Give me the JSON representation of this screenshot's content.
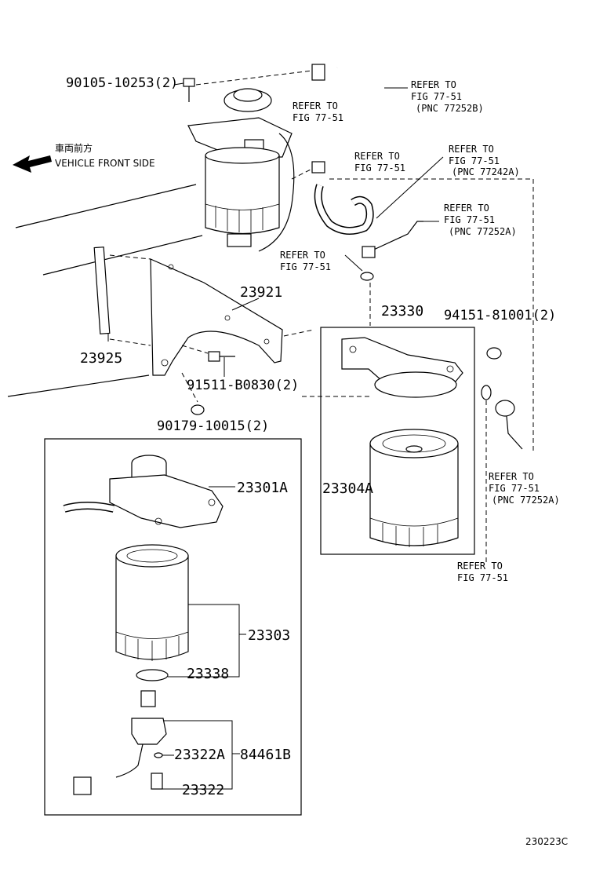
{
  "orientation": {
    "label_jp": "車両前方",
    "label_en": "VEHICLE FRONT SIDE"
  },
  "parts": {
    "p90105": "90105-10253(2)",
    "p23921": "23921",
    "p23925": "23925",
    "p91511": "91511-B0830(2)",
    "p90179": "90179-10015(2)",
    "p23330": "23330",
    "p94151": "94151-81001(2)",
    "p23304A": "23304A",
    "p23301A": "23301A",
    "p23303": "23303",
    "p23338": "23338",
    "p23322A": "23322A",
    "p84461B": "84461B",
    "p23322": "23322"
  },
  "refs": {
    "r1_line1": "REFER TO",
    "r1_line2": "FIG 77-51",
    "r2_line1": "REFER TO",
    "r2_line2": "FIG 77-51",
    "r2_line3": "(PNC 77252B)",
    "r3_line1": "REFER TO",
    "r3_line2": "FIG 77-51",
    "r4_line1": "REFER TO",
    "r4_line2": "FIG 77-51",
    "r4_line3": "(PNC 77242A)",
    "r5_line1": "REFER TO",
    "r5_line2": "FIG 77-51",
    "r5_line3": "(PNC 77252A)",
    "r6_line1": "REFER TO",
    "r6_line2": "FIG 77-51",
    "r7_line1": "REFER TO",
    "r7_line2": "FIG 77-51",
    "r7_line3": "(PNC 77252A)",
    "r8_line1": "REFER TO",
    "r8_line2": "FIG 77-51"
  },
  "diagram_id": "230223C"
}
